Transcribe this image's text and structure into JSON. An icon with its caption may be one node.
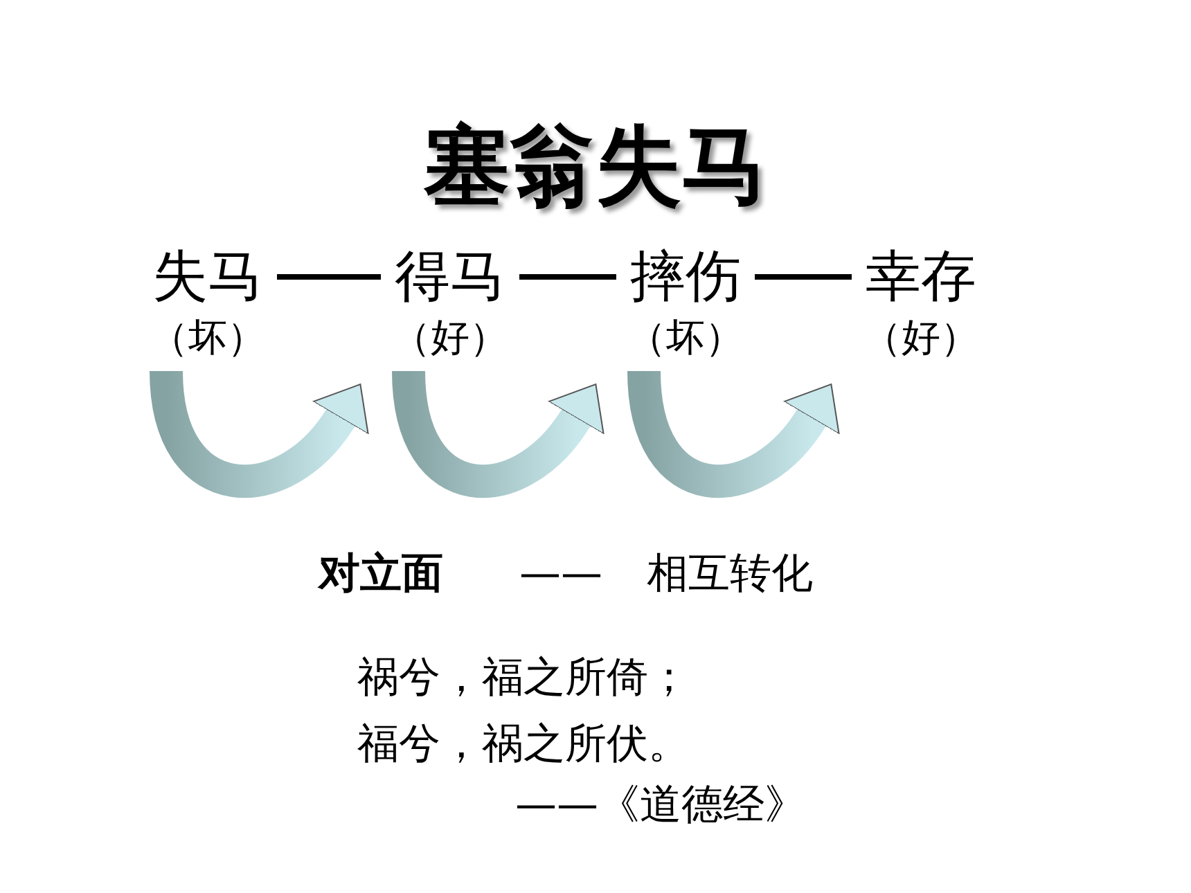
{
  "diagram": {
    "title": "塞翁失马",
    "nodes": [
      {
        "text": [
          "失马",
          "（坏）"
        ]
      },
      {
        "text": [
          "得马",
          "（好）"
        ]
      },
      {
        "text": [
          "摔伤",
          "（坏）"
        ]
      },
      {
        "text": [
          "幸存",
          "（好）"
        ]
      }
    ],
    "edges": [
      {
        "from": 0,
        "to": 1,
        "arrow": "none"
      },
      {
        "from": 1,
        "to": 2,
        "arrow": "none"
      },
      {
        "from": 2,
        "to": 3,
        "arrow": "none"
      },
      {
        "from": 0,
        "to": 1,
        "arrow": "to",
        "style": "thick"
      },
      {
        "from": 1,
        "to": 2,
        "arrow": "to",
        "style": "thick"
      },
      {
        "from": 2,
        "to": 3,
        "arrow": "to",
        "style": "thick"
      }
    ],
    "labels": [
      "对立面",
      "——",
      "相互转化",
      "祸兮，福之所倚；",
      "福兮，祸之所伏。",
      "——《道德经》"
    ]
  }
}
